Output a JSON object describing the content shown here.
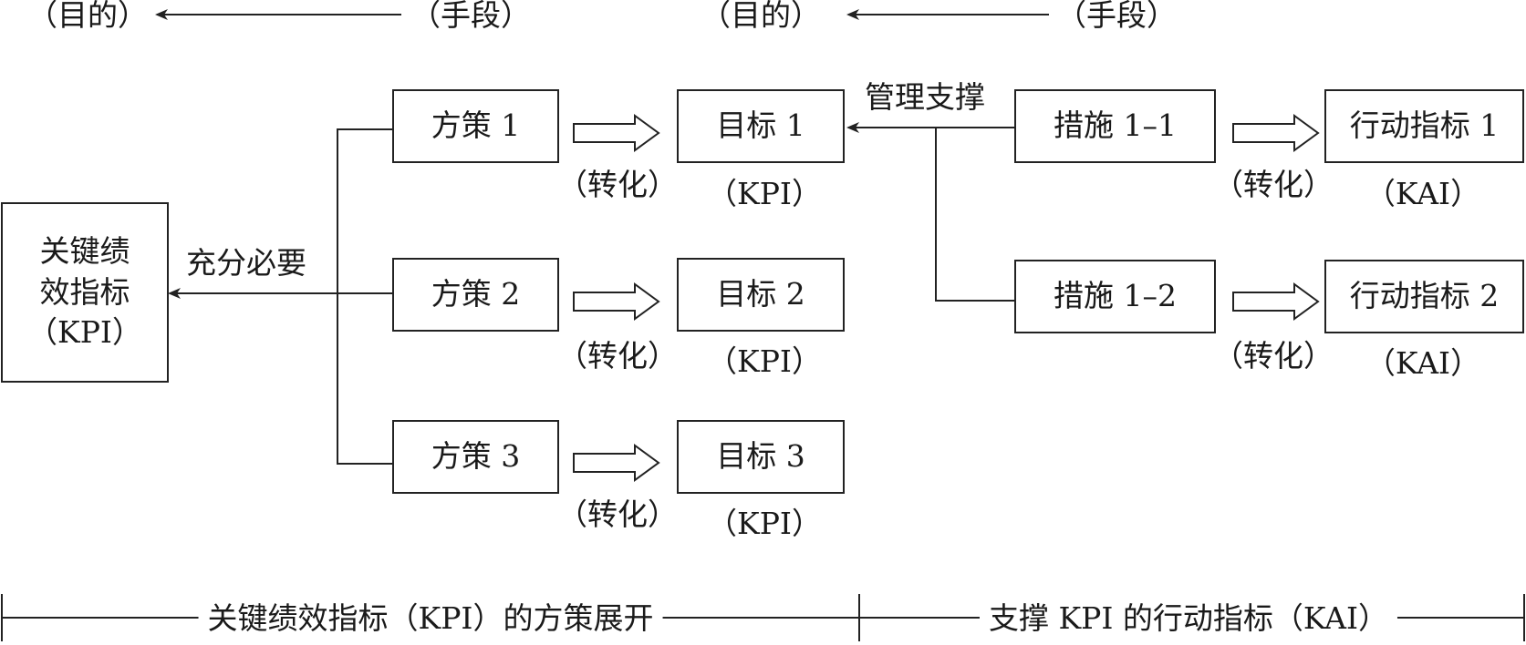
{
  "header": {
    "left_end": "（目的）",
    "left_means": "（手段）",
    "right_end": "（目的）",
    "right_means": "（手段）"
  },
  "kpi_root": {
    "line1": "关键绩",
    "line2": "效指标",
    "line3": "（KPI）"
  },
  "relation_label": "充分必要",
  "support_label": "管理支撑",
  "convert_label": "（转化）",
  "strategies": [
    "方策 1",
    "方策 2",
    "方策 3"
  ],
  "targets": [
    "目标 1",
    "目标 2",
    "目标 3"
  ],
  "kpi_tag": "（KPI）",
  "measures": [
    "措施 1–1",
    "措施 1–2"
  ],
  "actions": [
    "行动指标 1",
    "行动指标 2"
  ],
  "kai_tag": "（KAI）",
  "footer": {
    "left": "关键绩效指标（KPI）的方策展开",
    "right": "支撑 KPI 的行动指标（KAI）"
  }
}
